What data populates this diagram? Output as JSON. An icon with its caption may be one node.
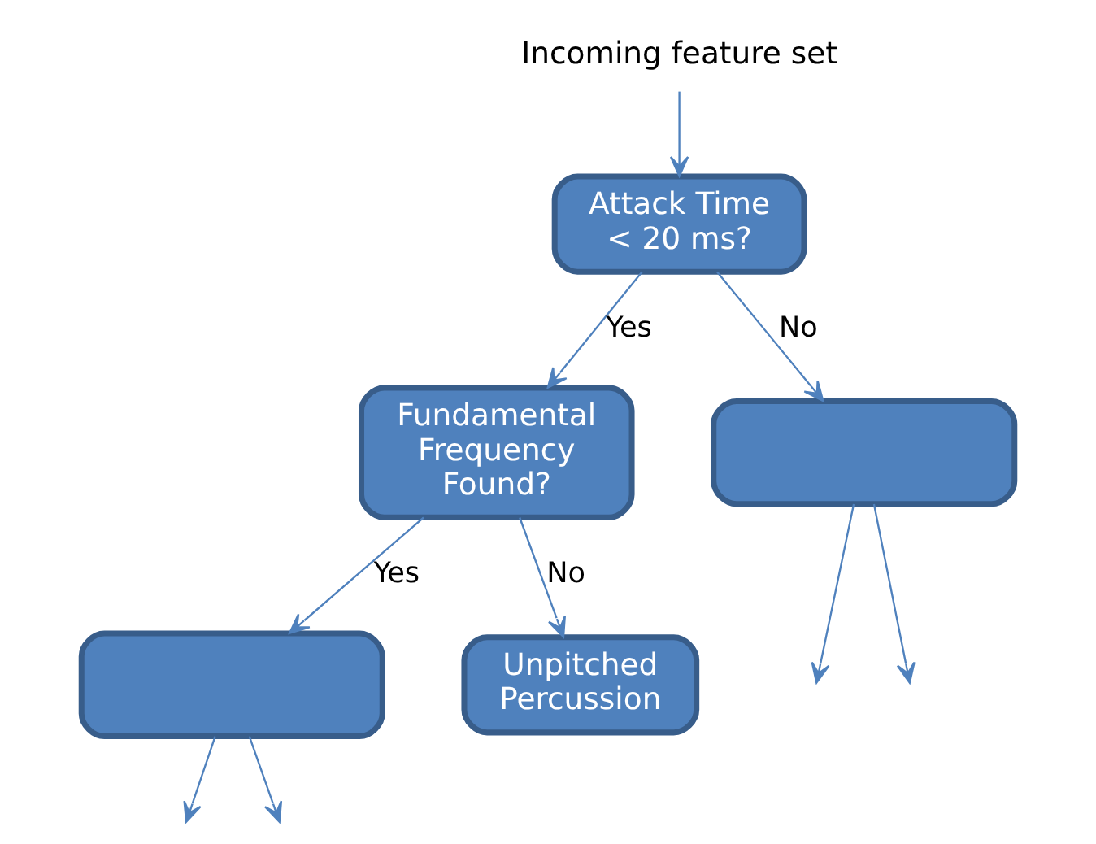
{
  "diagram": {
    "nodes": [
      {
        "text": [
          "Incoming feature set"
        ]
      },
      {
        "text": [
          "Attack Time < 20 ms?"
        ]
      },
      {
        "text": [
          "Fundamental Frequency Found?"
        ]
      },
      {
        "text": [],
        "shape": "box"
      },
      {
        "text": [],
        "shape": "box"
      },
      {
        "text": [
          "Unpitched Percussion"
        ]
      }
    ],
    "edges": [
      {
        "from": 0,
        "to": 1,
        "arrow": "to"
      },
      {
        "from": 1,
        "to": 2,
        "arrow": "to",
        "label": "Yes"
      },
      {
        "from": 1,
        "to": 3,
        "arrow": "to",
        "label": "No"
      },
      {
        "from": 2,
        "to": 4,
        "arrow": "to",
        "label": "Yes"
      },
      {
        "from": 2,
        "to": 5,
        "arrow": "to",
        "label": "No"
      },
      {
        "from": 3,
        "to": null,
        "arrow": "to"
      },
      {
        "from": 3,
        "to": null,
        "arrow": "to"
      },
      {
        "from": 4,
        "to": null,
        "arrow": "to"
      },
      {
        "from": 4,
        "to": null,
        "arrow": "to"
      }
    ]
  }
}
